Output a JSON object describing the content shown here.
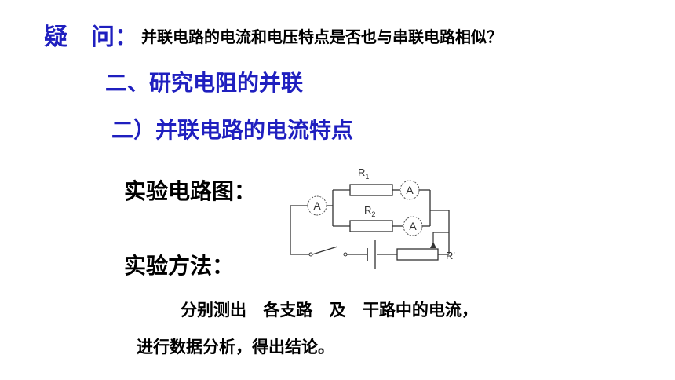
{
  "question": {
    "label": "疑　问：",
    "text": "并联电路的电流和电压特点是否也与串联电路相似？"
  },
  "headings": {
    "section": "二、研究电阻的并联",
    "subsection": "二）并联电路的电流特点"
  },
  "circuit_section": {
    "label": "实验电路图："
  },
  "method_section": {
    "label": "实验方法：",
    "line1": [
      "分别测出",
      "各支路",
      "及",
      "干路中的电流，"
    ],
    "line2": "进行数据分析，得出结论。"
  },
  "circuit": {
    "r1_label": "R",
    "r1_sub": "1",
    "r2_label": "R",
    "r2_sub": "2",
    "rheostat_label": "R'",
    "ammeter_symbol": "A"
  },
  "colors": {
    "heading_blue": "#1f1fbf",
    "text": "#000000",
    "wire": "#333333"
  }
}
